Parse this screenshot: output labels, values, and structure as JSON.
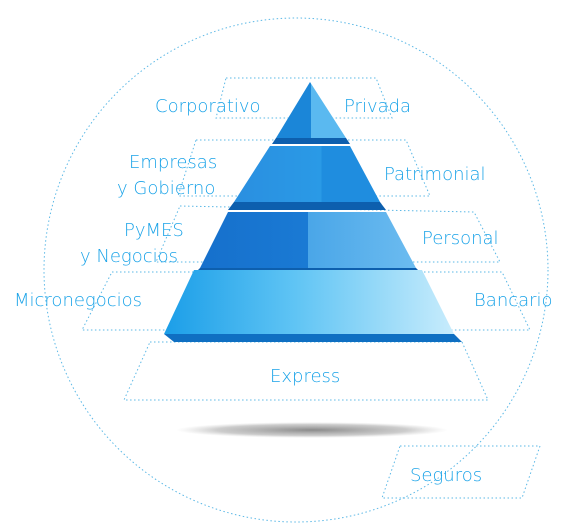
{
  "colors": {
    "text": "#1aa3e8",
    "dotted": "#5bb8e6",
    "tier_light": "#3ec3f5",
    "tier_mid": "#2196e3",
    "tier_dark": "#0f6fc2",
    "shadow": "#9a9a9a"
  },
  "left_segments": {
    "corporativo": "Corporativo",
    "empresas_line1": "Empresas",
    "empresas_line2": "y Gobierno",
    "pymes_line1": "PyMES",
    "pymes_line2": "y Negocios",
    "micronegocios": "Micronegocios"
  },
  "right_segments": {
    "privada": "Privada",
    "patrimonial": "Patrimonial",
    "personal": "Personal",
    "bancario": "Bancario"
  },
  "base_segment": "Express",
  "outer_segment": "Seguros"
}
